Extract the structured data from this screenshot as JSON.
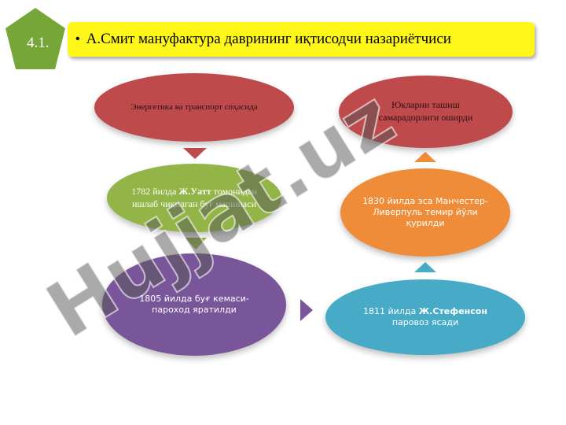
{
  "header": {
    "number": "4.1.",
    "bullet": "•",
    "title": "А.Смит мануфактура даврининг иқтисодчи назариётчиси"
  },
  "nodes": {
    "energy": "Энергетика  ва транспорт соҳасида",
    "productivity": "Юкларни ташиш самарадорлиги оширди",
    "watt_prefix": "1782 йилда ",
    "watt_name": "Ж.Уатт",
    "watt_suffix": " томонидан ишлаб чиқилган буғ машинаси",
    "railway": "1830 йилда эса Манчестер-Ливерпуль темир йўли қурилди",
    "steamboat": "1805 йилда буғ кемаси-пароход яратилди",
    "stephenson_prefix": "1811 йилда ",
    "stephenson_name": "Ж.Стефенсон",
    "stephenson_suffix": " паровоз ясади"
  },
  "watermark": {
    "text": "Hujjat.uz"
  },
  "colors": {
    "badge": "#77a638",
    "title_bg": "#fff71a",
    "red": "#bf4a4c",
    "green": "#93b446",
    "orange": "#ef8c3a",
    "purple": "#79569a",
    "teal": "#47abc8"
  }
}
